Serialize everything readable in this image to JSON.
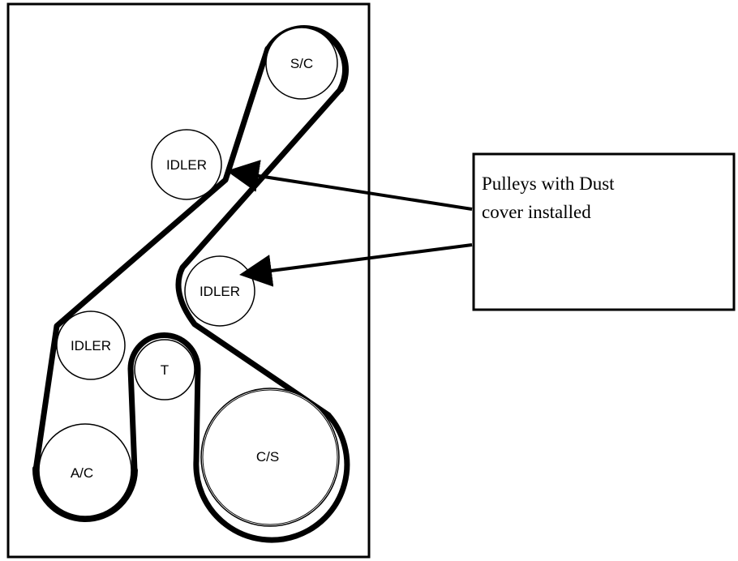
{
  "pulleys": {
    "sc": "S/C",
    "idler_top": "IDLER",
    "idler_mid": "IDLER",
    "idler_left": "IDLER",
    "tensioner": "T",
    "ac": "A/C",
    "cs": "C/S"
  },
  "callout": {
    "line1": "Pulleys with Dust",
    "line2": "cover installed"
  }
}
